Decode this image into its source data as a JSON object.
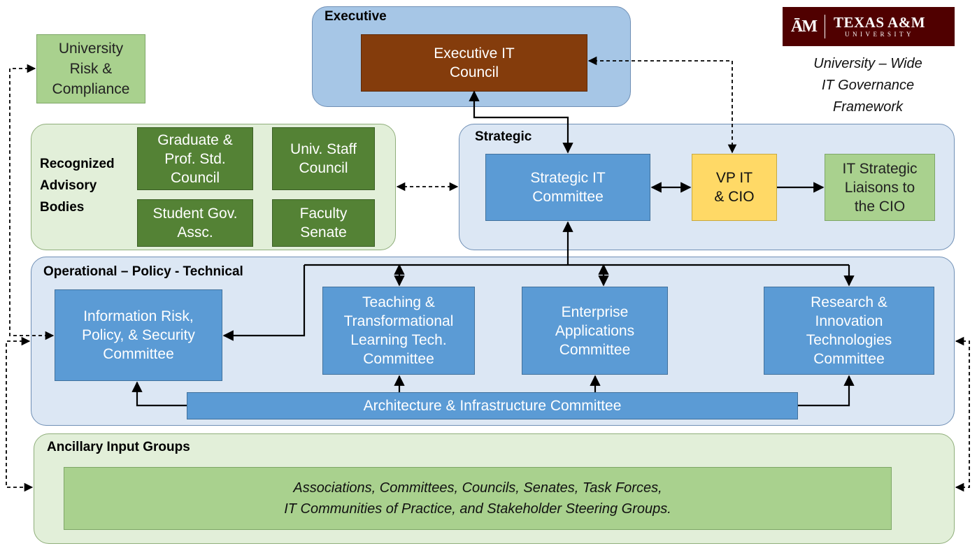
{
  "logo": {
    "mark": "ĀM",
    "wordmark_top": "TEXAS A&M",
    "wordmark_bottom": "UNIVERSITY",
    "brand_color": "#500000"
  },
  "framework_title": "University – Wide\nIT Governance\nFramework",
  "regions": {
    "executive": "Executive",
    "strategic": "Strategic",
    "advisory": "Recognized\nAdvisory\nBodies",
    "operational": "Operational – Policy - Technical",
    "ancillary": "Ancillary Input Groups"
  },
  "boxes": {
    "executive_council": "Executive IT\nCouncil",
    "risk_compliance": "University\nRisk &\nCompliance",
    "graduate_council": "Graduate &\nProf. Std.\nCouncil",
    "staff_council": "Univ. Staff\nCouncil",
    "student_gov": "Student Gov.\nAssc.",
    "faculty_senate": "Faculty\nSenate",
    "strategic_committee": "Strategic IT\nCommittee",
    "vp_cio": "VP IT\n& CIO",
    "liaisons": "IT Strategic\nLiaisons to\nthe CIO",
    "info_risk": "Information Risk,\nPolicy, & Security\nCommittee",
    "teaching": "Teaching &\nTransformational\nLearning Tech.\nCommittee",
    "enterprise": "Enterprise\nApplications\nCommittee",
    "research": "Research &\nInnovation\nTechnologies\nCommittee",
    "architecture": "Architecture & Infrastructure Committee",
    "ancillary_groups": "Associations, Committees, Councils, Senates, Task Forces,\nIT Communities of Practice, and Stakeholder Steering Groups."
  },
  "colors": {
    "region_blue": "#a6c6e6",
    "region_light_blue": "#dce7f4",
    "region_green": "#e2efd9",
    "box_blue": "#5b9bd5",
    "box_dark_green": "#548235",
    "box_light_green": "#a9d18e",
    "box_yellow": "#ffd966",
    "box_brown": "#843c0c"
  }
}
